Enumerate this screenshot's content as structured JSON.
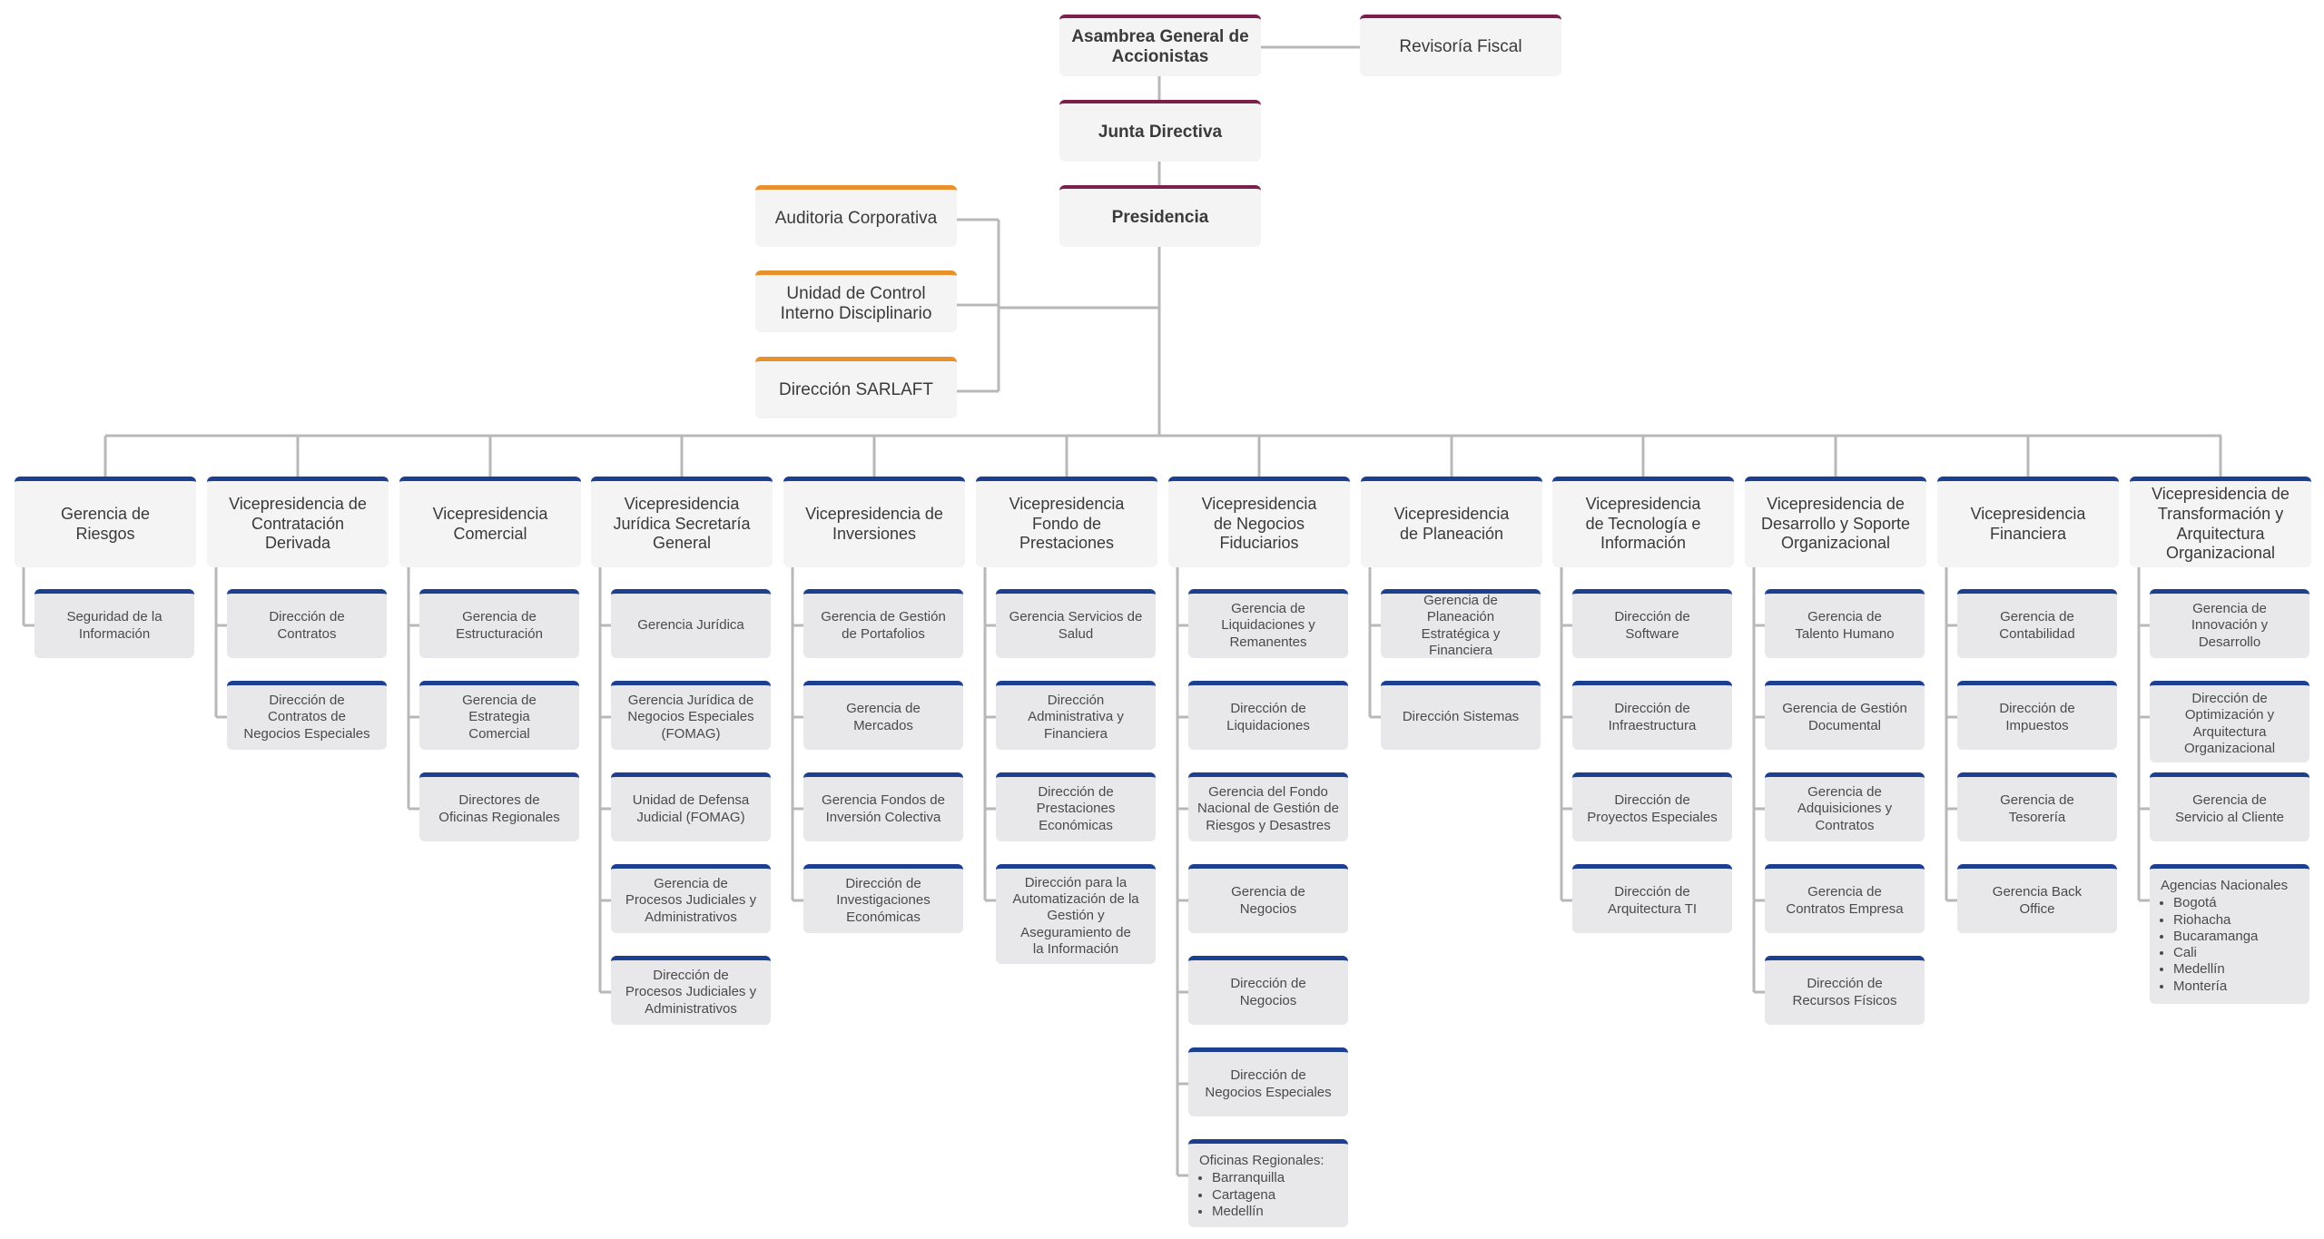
{
  "colors": {
    "executive_accent": "#7b1f4c",
    "staff_accent": "#e8902c",
    "unit_accent": "#1d3f8f",
    "connector": "#b8b8b8",
    "box_fill": "#f4f4f5",
    "sub_fill": "#e8e8ea"
  },
  "top": {
    "asamblea": "Asambrea General de\nAccionistas",
    "revisoria": "Revisoría Fiscal",
    "junta": "Junta Directiva",
    "presidencia": "Presidencia"
  },
  "staff": [
    "Auditoria Corporativa",
    "Unidad de Control\nInterno Disciplinario",
    "Dirección SARLAFT"
  ],
  "columns": [
    {
      "title": "Gerencia de\nRiesgos",
      "items": [
        {
          "text": "Seguridad de la\nInformación"
        }
      ]
    },
    {
      "title": "Vicepresidencia de\nContratación\nDerivada",
      "items": [
        {
          "text": "Dirección de\nContratos"
        },
        {
          "text": "Dirección de\nContratos de\nNegocios Especiales"
        }
      ]
    },
    {
      "title": "Vicepresidencia\nComercial",
      "items": [
        {
          "text": "Gerencia de\nEstructuración"
        },
        {
          "text": "Gerencia de\nEstrategia\nComercial"
        },
        {
          "text": "Directores de\nOficinas Regionales"
        }
      ]
    },
    {
      "title": "Vicepresidencia\nJurídica Secretaría\nGeneral",
      "items": [
        {
          "text": "Gerencia Jurídica"
        },
        {
          "text": "Gerencia Jurídica de\nNegocios Especiales\n(FOMAG)"
        },
        {
          "text": "Unidad de Defensa\nJudicial (FOMAG)"
        },
        {
          "text": "Gerencia de\nProcesos Judiciales y\nAdministrativos"
        },
        {
          "text": "Dirección de\nProcesos Judiciales y\nAdministrativos"
        }
      ]
    },
    {
      "title": "Vicepresidencia de\nInversiones",
      "items": [
        {
          "text": "Gerencia de Gestión\nde Portafolios"
        },
        {
          "text": "Gerencia de\nMercados"
        },
        {
          "text": "Gerencia Fondos de\nInversión Colectiva"
        },
        {
          "text": "Dirección de\nInvestigaciones\nEconómicas"
        }
      ]
    },
    {
      "title": "Vicepresidencia\nFondo de\nPrestaciones",
      "items": [
        {
          "text": "Gerencia Servicios de\nSalud"
        },
        {
          "text": "Dirección\nAdministrativa y\nFinanciera"
        },
        {
          "text": "Dirección de\nPrestaciones\nEconómicas"
        },
        {
          "text": "Dirección para la\nAutomatización de la\nGestión y\nAseguramiento de\nla Información"
        }
      ]
    },
    {
      "title": "Vicepresidencia\nde Negocios\nFiduciarios",
      "items": [
        {
          "text": "Gerencia de\nLiquidaciones y\nRemanentes"
        },
        {
          "text": "Dirección de\nLiquidaciones"
        },
        {
          "text": "Gerencia del Fondo\nNacional de Gestión de\nRiesgos y Desastres"
        },
        {
          "text": "Gerencia de\nNegocios"
        },
        {
          "text": "Dirección de\nNegocios"
        },
        {
          "text": "Dirección de\nNegocios Especiales"
        },
        {
          "text": "Oficinas Regionales:",
          "list": [
            "Barranquilla",
            "Cartagena",
            "Medellín"
          ]
        }
      ]
    },
    {
      "title": "Vicepresidencia\nde Planeación",
      "items": [
        {
          "text": "Gerencia de Planeación\nEstratégica y Financiera"
        },
        {
          "text": "Dirección Sistemas"
        }
      ]
    },
    {
      "title": "Vicepresidencia\nde Tecnología e\nInformación",
      "items": [
        {
          "text": "Dirección de\nSoftware"
        },
        {
          "text": "Dirección de\nInfraestructura"
        },
        {
          "text": "Dirección de\nProyectos Especiales"
        },
        {
          "text": "Dirección de\nArquitectura TI"
        }
      ]
    },
    {
      "title": "Vicepresidencia de\nDesarrollo y Soporte\nOrganizacional",
      "items": [
        {
          "text": "Gerencia de\nTalento Humano"
        },
        {
          "text": "Gerencia de Gestión\nDocumental"
        },
        {
          "text": "Gerencia de\nAdquisiciones y\nContratos"
        },
        {
          "text": "Gerencia de\nContratos Empresa"
        },
        {
          "text": "Dirección de\nRecursos Físicos"
        }
      ]
    },
    {
      "title": "Vicepresidencia\nFinanciera",
      "items": [
        {
          "text": "Gerencia de\nContabilidad"
        },
        {
          "text": "Dirección de\nImpuestos"
        },
        {
          "text": "Gerencia de\nTesorería"
        },
        {
          "text": "Gerencia Back\nOffice"
        }
      ]
    },
    {
      "title": "Vicepresidencia de\nTransformación y\nArquitectura\nOrganizacional",
      "items": [
        {
          "text": "Gerencia de\nInnovación y\nDesarrollo"
        },
        {
          "text": "Dirección de\nOptimización y\nArquitectura\nOrganizacional"
        },
        {
          "text": "Gerencia de\nServicio al Cliente"
        },
        {
          "text": "Agencias Nacionales",
          "list": [
            "Bogotá",
            "Riohacha",
            "Bucaramanga",
            "Cali",
            "Medellín",
            "Montería"
          ]
        }
      ]
    }
  ]
}
